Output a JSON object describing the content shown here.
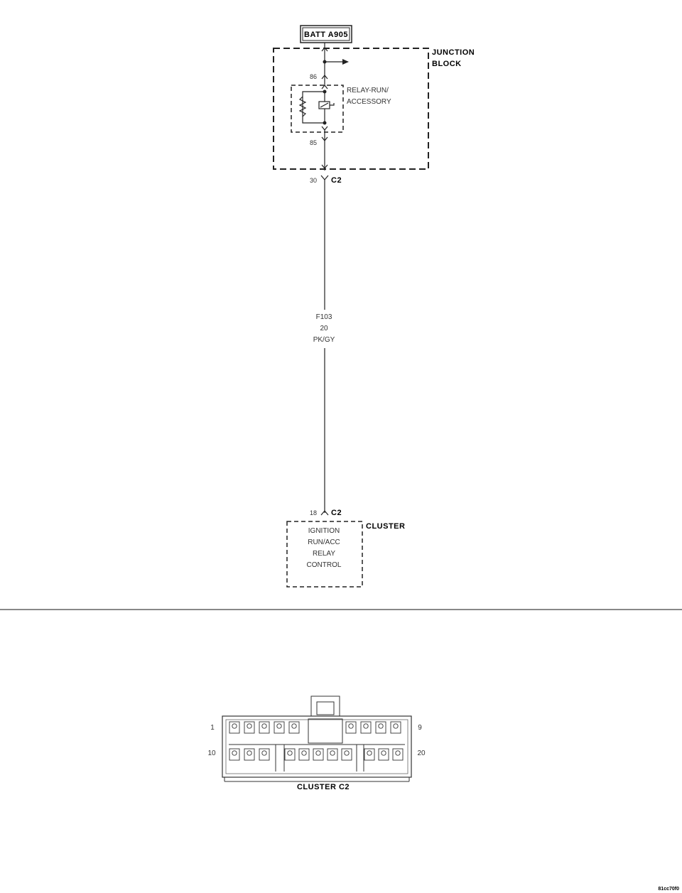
{
  "source": {
    "label": "BATT A905"
  },
  "junction_block": {
    "title_line1": "JUNCTION",
    "title_line2": "BLOCK",
    "pin_top": "86",
    "pin_bottom": "85",
    "relay_line1": "RELAY-RUN/",
    "relay_line2": "ACCESSORY"
  },
  "connector_top": {
    "pin": "30",
    "name": "C2"
  },
  "wire": {
    "circuit": "F103",
    "gauge": "20",
    "color": "PK/GY"
  },
  "connector_bottom": {
    "pin": "18",
    "name": "C2"
  },
  "cluster": {
    "title": "CLUSTER",
    "line1": "IGNITION",
    "line2": "RUN/ACC",
    "line3": "RELAY",
    "line4": "CONTROL"
  },
  "connector_view": {
    "pin_top_left": "1",
    "pin_top_right": "9",
    "pin_bottom_left": "10",
    "pin_bottom_right": "20",
    "caption": "CLUSTER C2"
  },
  "figure_id": "81cc70f0"
}
